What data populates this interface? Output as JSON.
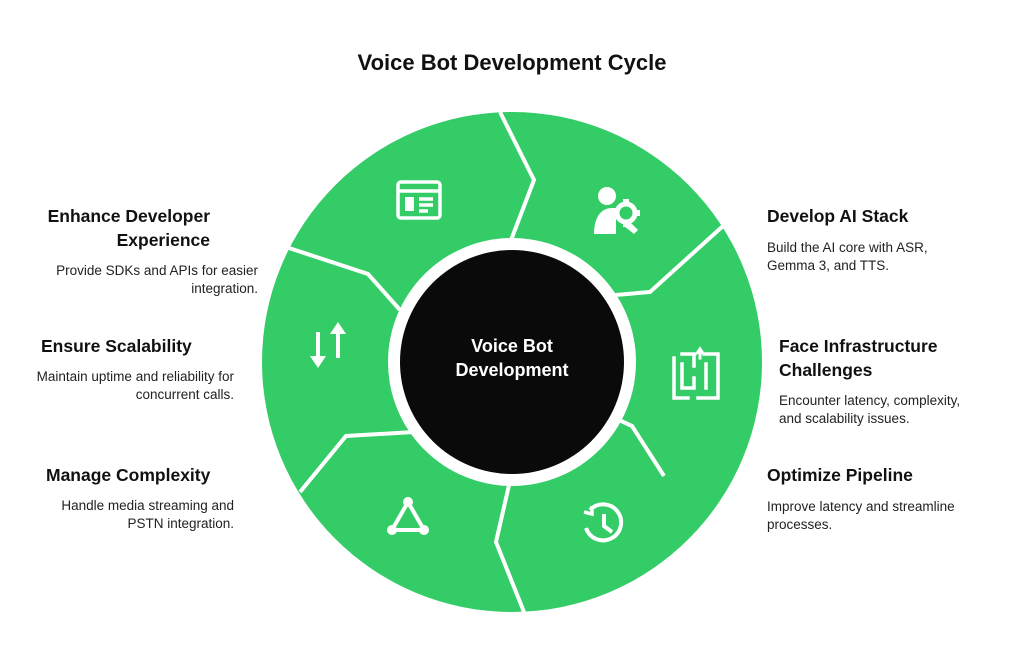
{
  "title": "Voice Bot Development Cycle",
  "center": {
    "line1": "Voice Bot",
    "line2": "Development"
  },
  "colors": {
    "segment": "#33CC66",
    "center": "#0a0a0a",
    "separator": "#ffffff",
    "icon": "#ffffff"
  },
  "stages": [
    {
      "heading": "Develop AI Stack",
      "description": "Build the AI core with ASR, Gemma 3, and TTS.",
      "icon": "person-gear-icon"
    },
    {
      "heading": "Face Infrastructure Challenges",
      "description": "Encounter latency, complexity, and scalability issues.",
      "icon": "maze-icon"
    },
    {
      "heading": "Optimize Pipeline",
      "description": "Improve latency and streamline processes.",
      "icon": "history-clock-icon"
    },
    {
      "heading": "Manage Complexity",
      "description": "Handle media streaming and PSTN integration.",
      "icon": "triangle-network-icon"
    },
    {
      "heading": "Ensure Scalability",
      "description": "Maintain uptime and reliability for concurrent calls.",
      "icon": "up-down-arrows-icon"
    },
    {
      "heading": "Enhance Developer Experience",
      "description": "Provide SDKs and APIs for easier integration.",
      "icon": "browser-window-icon"
    }
  ]
}
